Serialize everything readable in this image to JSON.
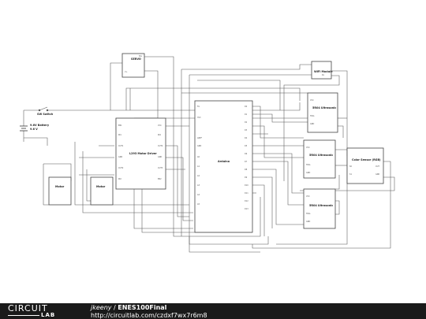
{
  "components": {
    "servo": "SERVO",
    "wifi": "WiFi Module",
    "us1": "5R04 Ultrasonic",
    "us2": "5R04 Ultrasonic",
    "us3": "5R04 Ultrasonic",
    "color": "Color Sensor (RGB)",
    "switch": "SW Switch",
    "battery_name": "9.6V Battery",
    "battery_value": "9.6 V",
    "driver": "L293 Motor Driver",
    "arduino": "Arduino",
    "motor1": "Motor",
    "motor2": "Motor"
  },
  "footer": {
    "logo_top": "CIRCUIT",
    "logo_bottom": "LAB",
    "author": "jkeeny",
    "separator": " / ",
    "title": "ENES100Final",
    "url": "http://circuitlab.com/czdxf7wx7r6m8"
  },
  "colors": {
    "footer_bg": "#1a1a1a",
    "wire": "#555555"
  }
}
